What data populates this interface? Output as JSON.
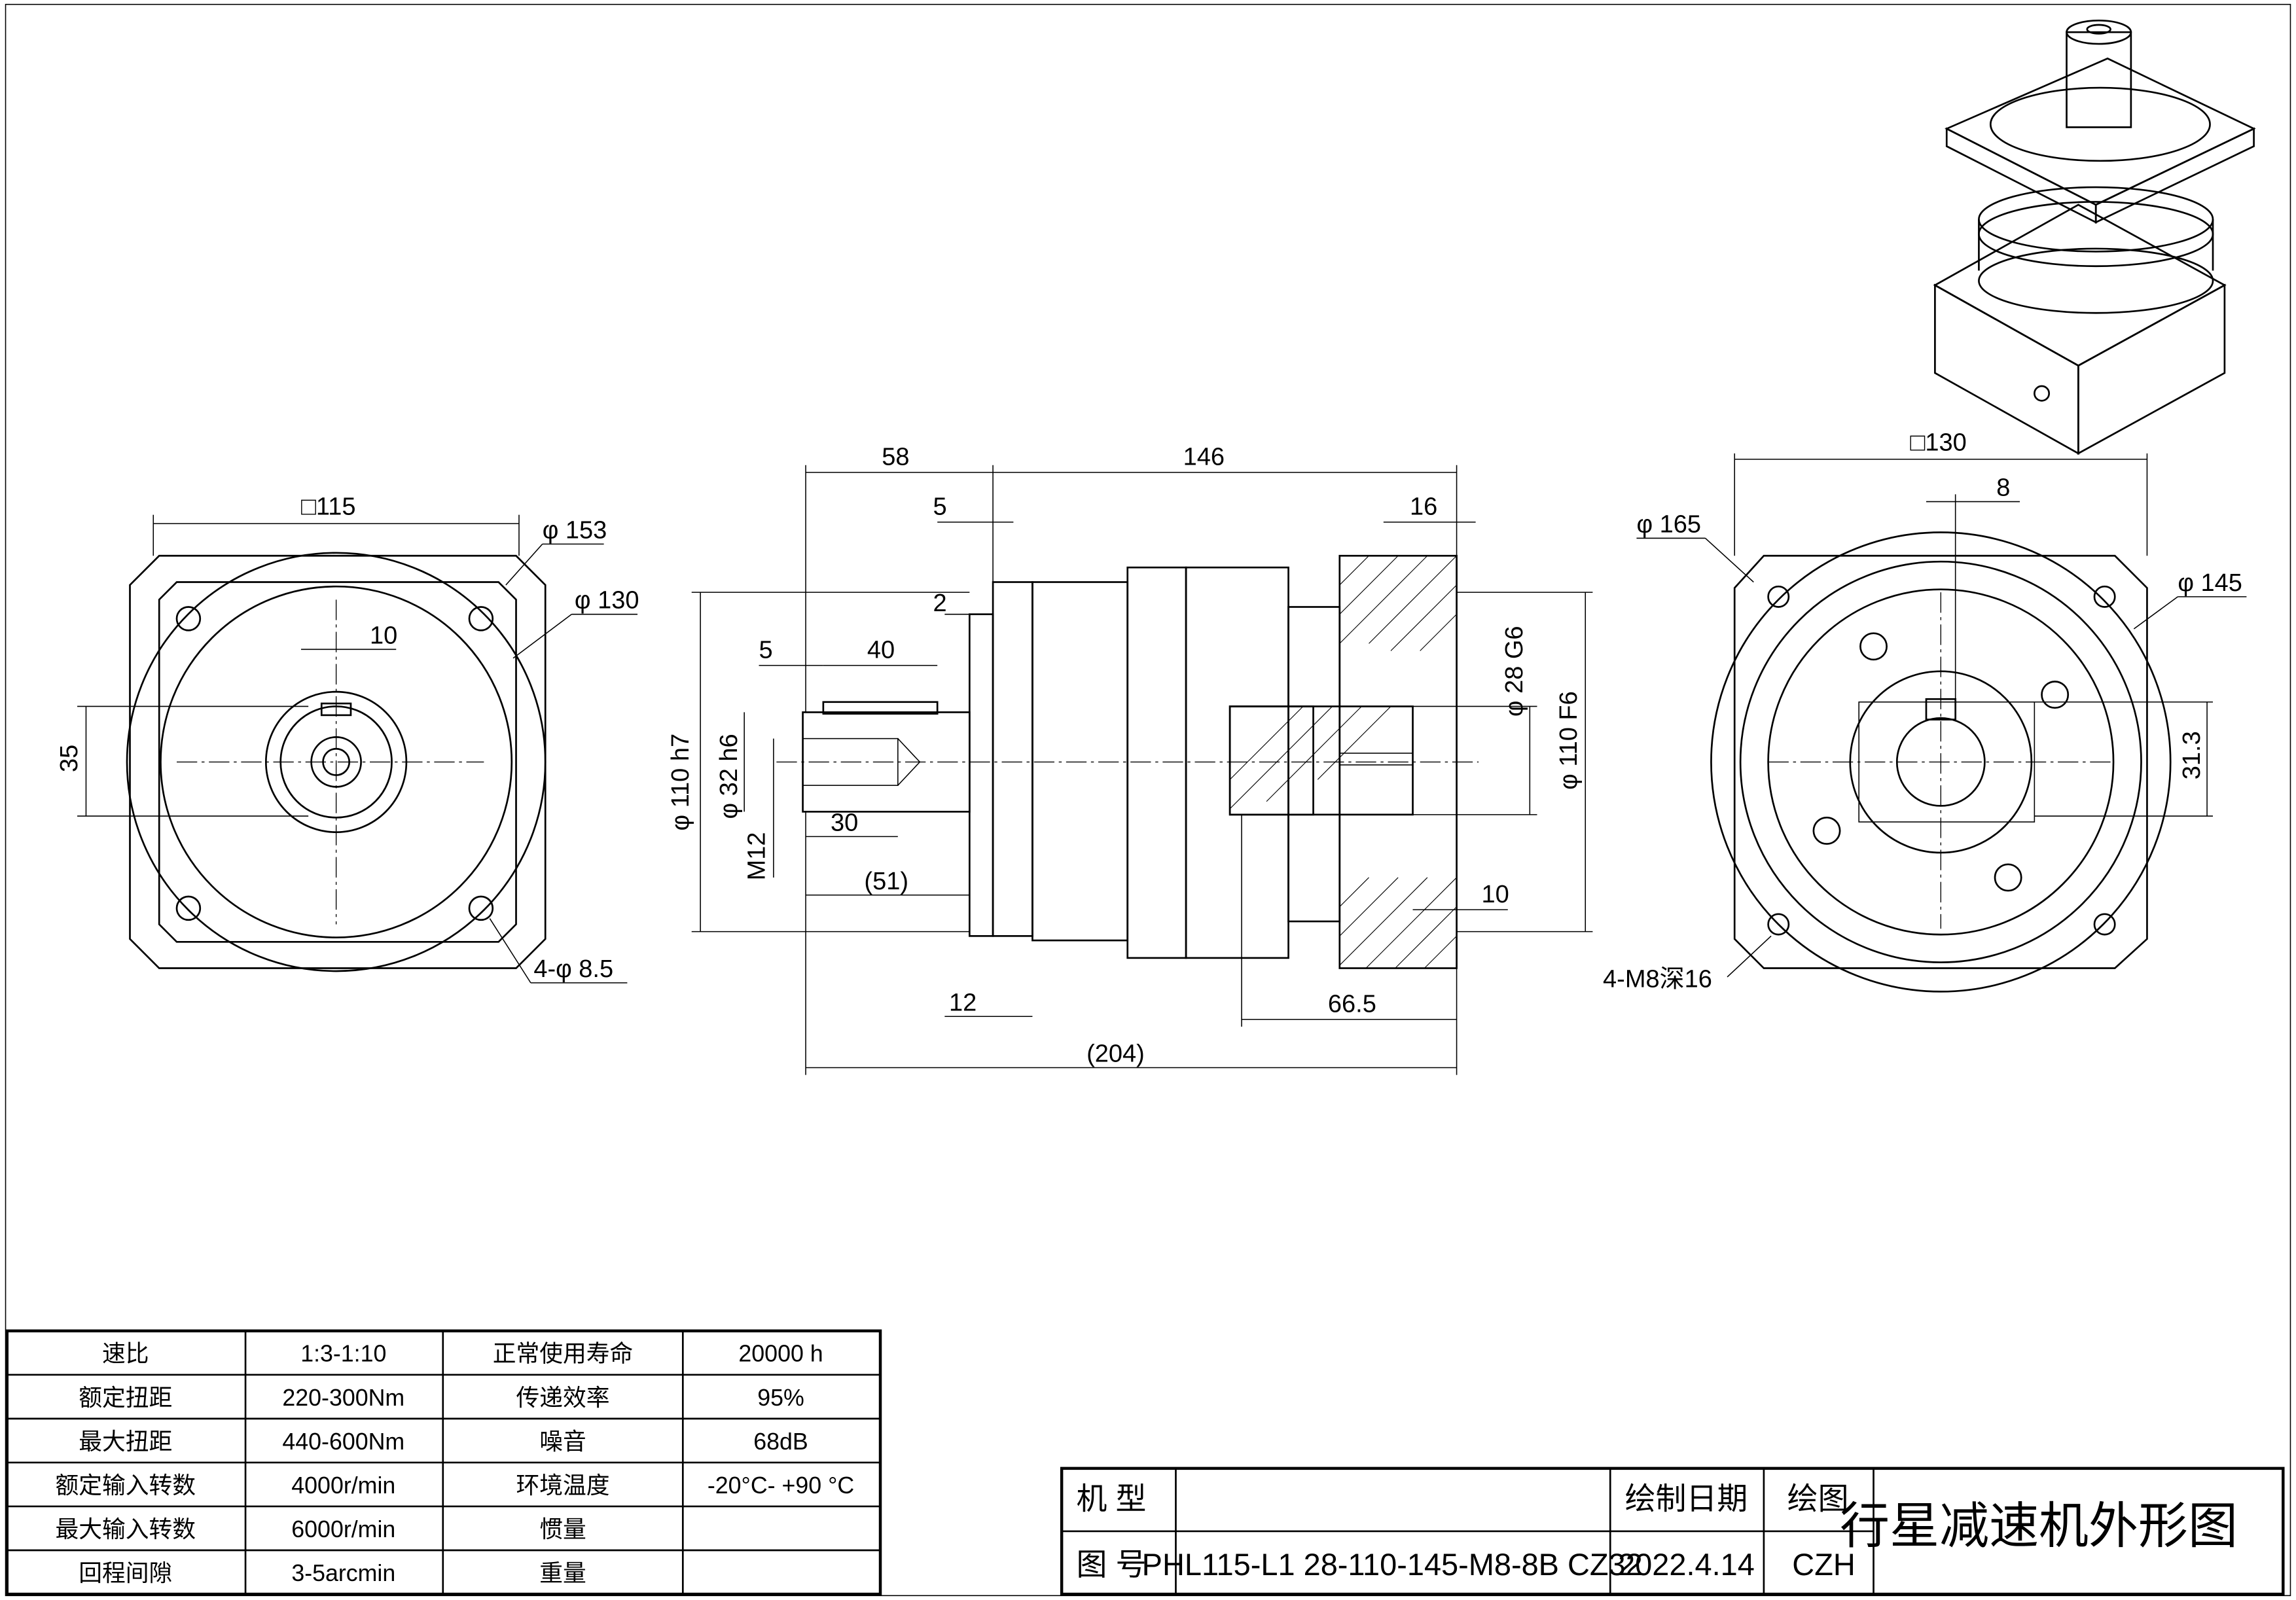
{
  "drawing": {
    "dims_front": {
      "square": "□115",
      "d153": "φ 153",
      "d130": "φ 130",
      "key10": "10",
      "h35": "35",
      "holes": "4-φ 8.5"
    },
    "dims_side": {
      "d58": "58",
      "d146": "146",
      "d5a": "5",
      "d16": "16",
      "d2": "2",
      "d5b": "5",
      "d40": "40",
      "d110h7": "φ 110 h7",
      "d32h6": "φ 32 h6",
      "m12": "M12",
      "d30": "30",
      "d51": "(51)",
      "d28g6": "φ 28 G6",
      "d110f6": "φ 110 F6",
      "d10": "10",
      "d12": "12",
      "d665": "66.5",
      "d204": "(204)"
    },
    "dims_rear": {
      "square": "□130",
      "key8": "8",
      "d165": "φ 165",
      "d145": "φ 145",
      "h313": "31.3",
      "threads": "4-M8深16"
    }
  },
  "spec_table": [
    [
      "速比",
      "1:3-1:10",
      "正常使用寿命",
      "20000 h"
    ],
    [
      "额定扭距",
      "220-300Nm",
      "传递效率",
      "95%"
    ],
    [
      "最大扭距",
      "440-600Nm",
      "噪音",
      "68dB"
    ],
    [
      "额定输入转数",
      "4000r/min",
      "环境温度",
      "-20°C- +90 °C"
    ],
    [
      "最大输入转数",
      "6000r/min",
      "惯量",
      ""
    ],
    [
      "回程间隙",
      "3-5arcmin",
      "重量",
      ""
    ]
  ],
  "title_block": {
    "model_label": "机 型",
    "model_value": "",
    "drawing_no_label": "图 号",
    "drawing_no": "PHL115-L1 28-110-145-M8-8B CZ32",
    "date_label": "绘制日期",
    "date": "2022.4.14",
    "drawn_label": "绘图",
    "drawn_by": "CZH",
    "title": "行星减速机外形图"
  }
}
